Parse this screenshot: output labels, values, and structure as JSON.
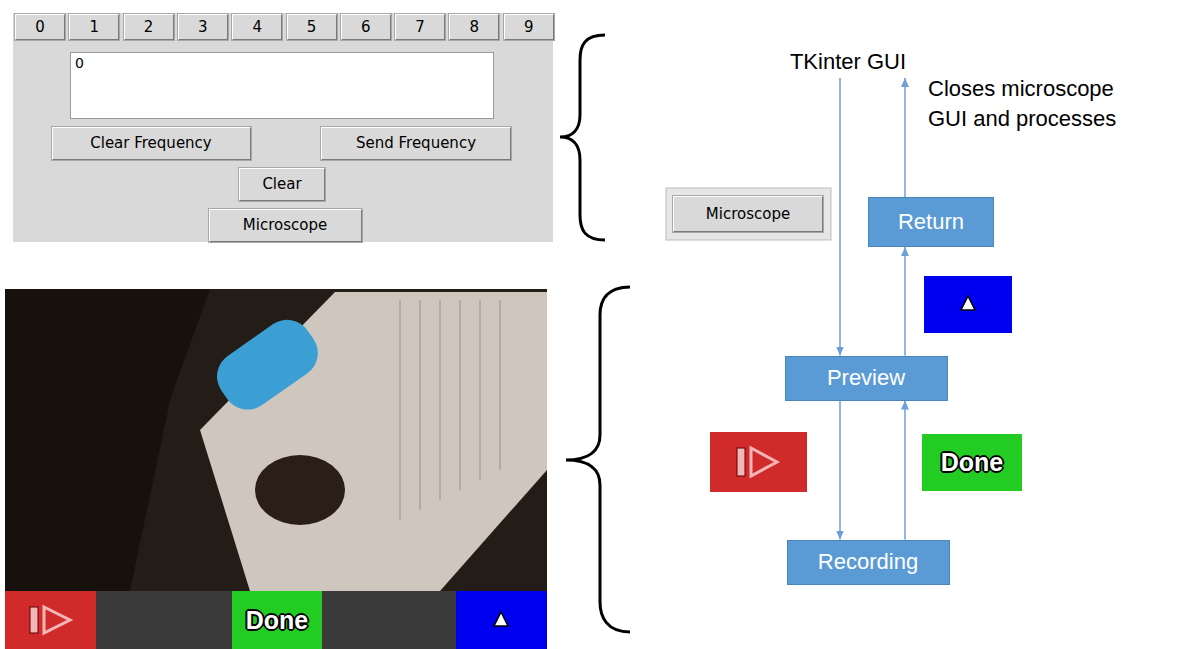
{
  "diagram": {
    "nodes": [
      {
        "text": [
          "0"
        ]
      },
      {
        "text": [
          "1"
        ]
      },
      {
        "text": [
          "2"
        ]
      },
      {
        "text": [
          "3"
        ]
      },
      {
        "text": [
          "4"
        ]
      },
      {
        "text": [
          "5"
        ]
      },
      {
        "text": [
          "6"
        ]
      },
      {
        "text": [
          "7"
        ]
      },
      {
        "text": [
          "8"
        ]
      },
      {
        "text": [
          "9"
        ]
      },
      {
        "text": [
          "0"
        ]
      },
      {
        "text": [
          "Clear Frequency"
        ]
      },
      {
        "text": [
          "Send Frequency"
        ]
      },
      {
        "text": [
          "Clear"
        ]
      },
      {
        "text": [
          "Microscope"
        ]
      },
      {
        "text": [
          "TKinter GUI"
        ]
      },
      {
        "text": [
          "Return"
        ]
      },
      {
        "text": [
          "Microscope"
        ]
      },
      {
        "text": [
          "Preview"
        ]
      },
      {
        "text": [
          "Done"
        ]
      },
      {
        "text": [
          "Done"
        ]
      },
      {
        "text": [
          "Recording"
        ]
      }
    ],
    "edges": [
      {
        "from": 15,
        "to": 18,
        "arrow": "to"
      },
      {
        "from": 18,
        "to": 16,
        "arrow": "to"
      },
      {
        "from": 16,
        "to": 15,
        "arrow": "to"
      },
      {
        "from": 18,
        "to": 21,
        "arrow": "to"
      },
      {
        "from": 21,
        "to": 18,
        "arrow": "to"
      }
    ],
    "labels": [
      "Closes microscope GUI and processes"
    ]
  }
}
